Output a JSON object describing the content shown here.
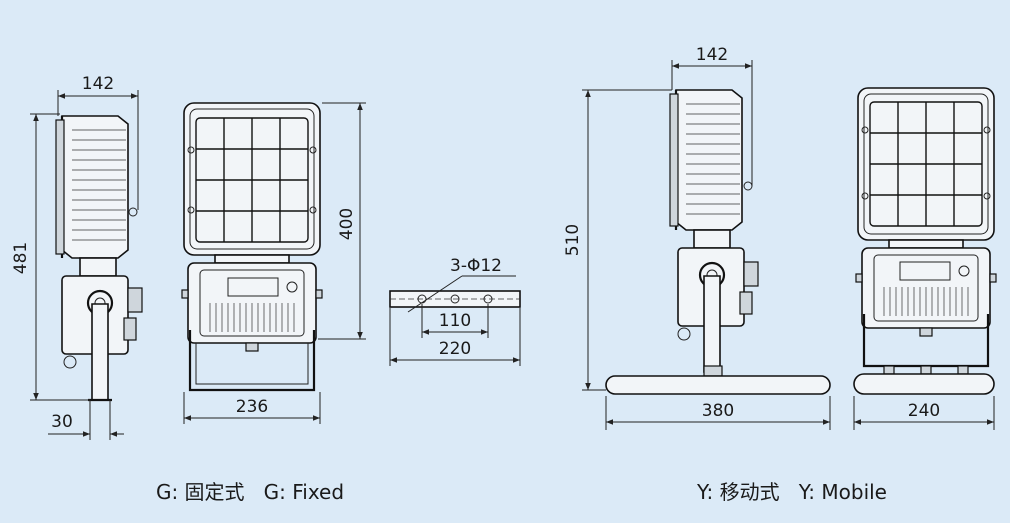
{
  "figure": {
    "fixed_view": {
      "dim_side_width": "142",
      "dim_total_height": "481",
      "dim_bracket_width": "30",
      "dim_front_width": "236",
      "dim_lamp_height": "400"
    },
    "bracket_detail": {
      "dim_holes": "3-Φ12",
      "dim_hole_pitch": "110",
      "dim_bracket_length": "220"
    },
    "mobile_view": {
      "dim_side_width": "142",
      "dim_total_height": "510",
      "dim_base_length": "380",
      "dim_front_width": "240"
    },
    "captions": {
      "fixed": "G: 固定式   G: Fixed",
      "mobile": "Y: 移动式   Y: Mobile"
    }
  },
  "colors": {
    "background": "#dbeaf7",
    "line": "#1a1a1a"
  }
}
